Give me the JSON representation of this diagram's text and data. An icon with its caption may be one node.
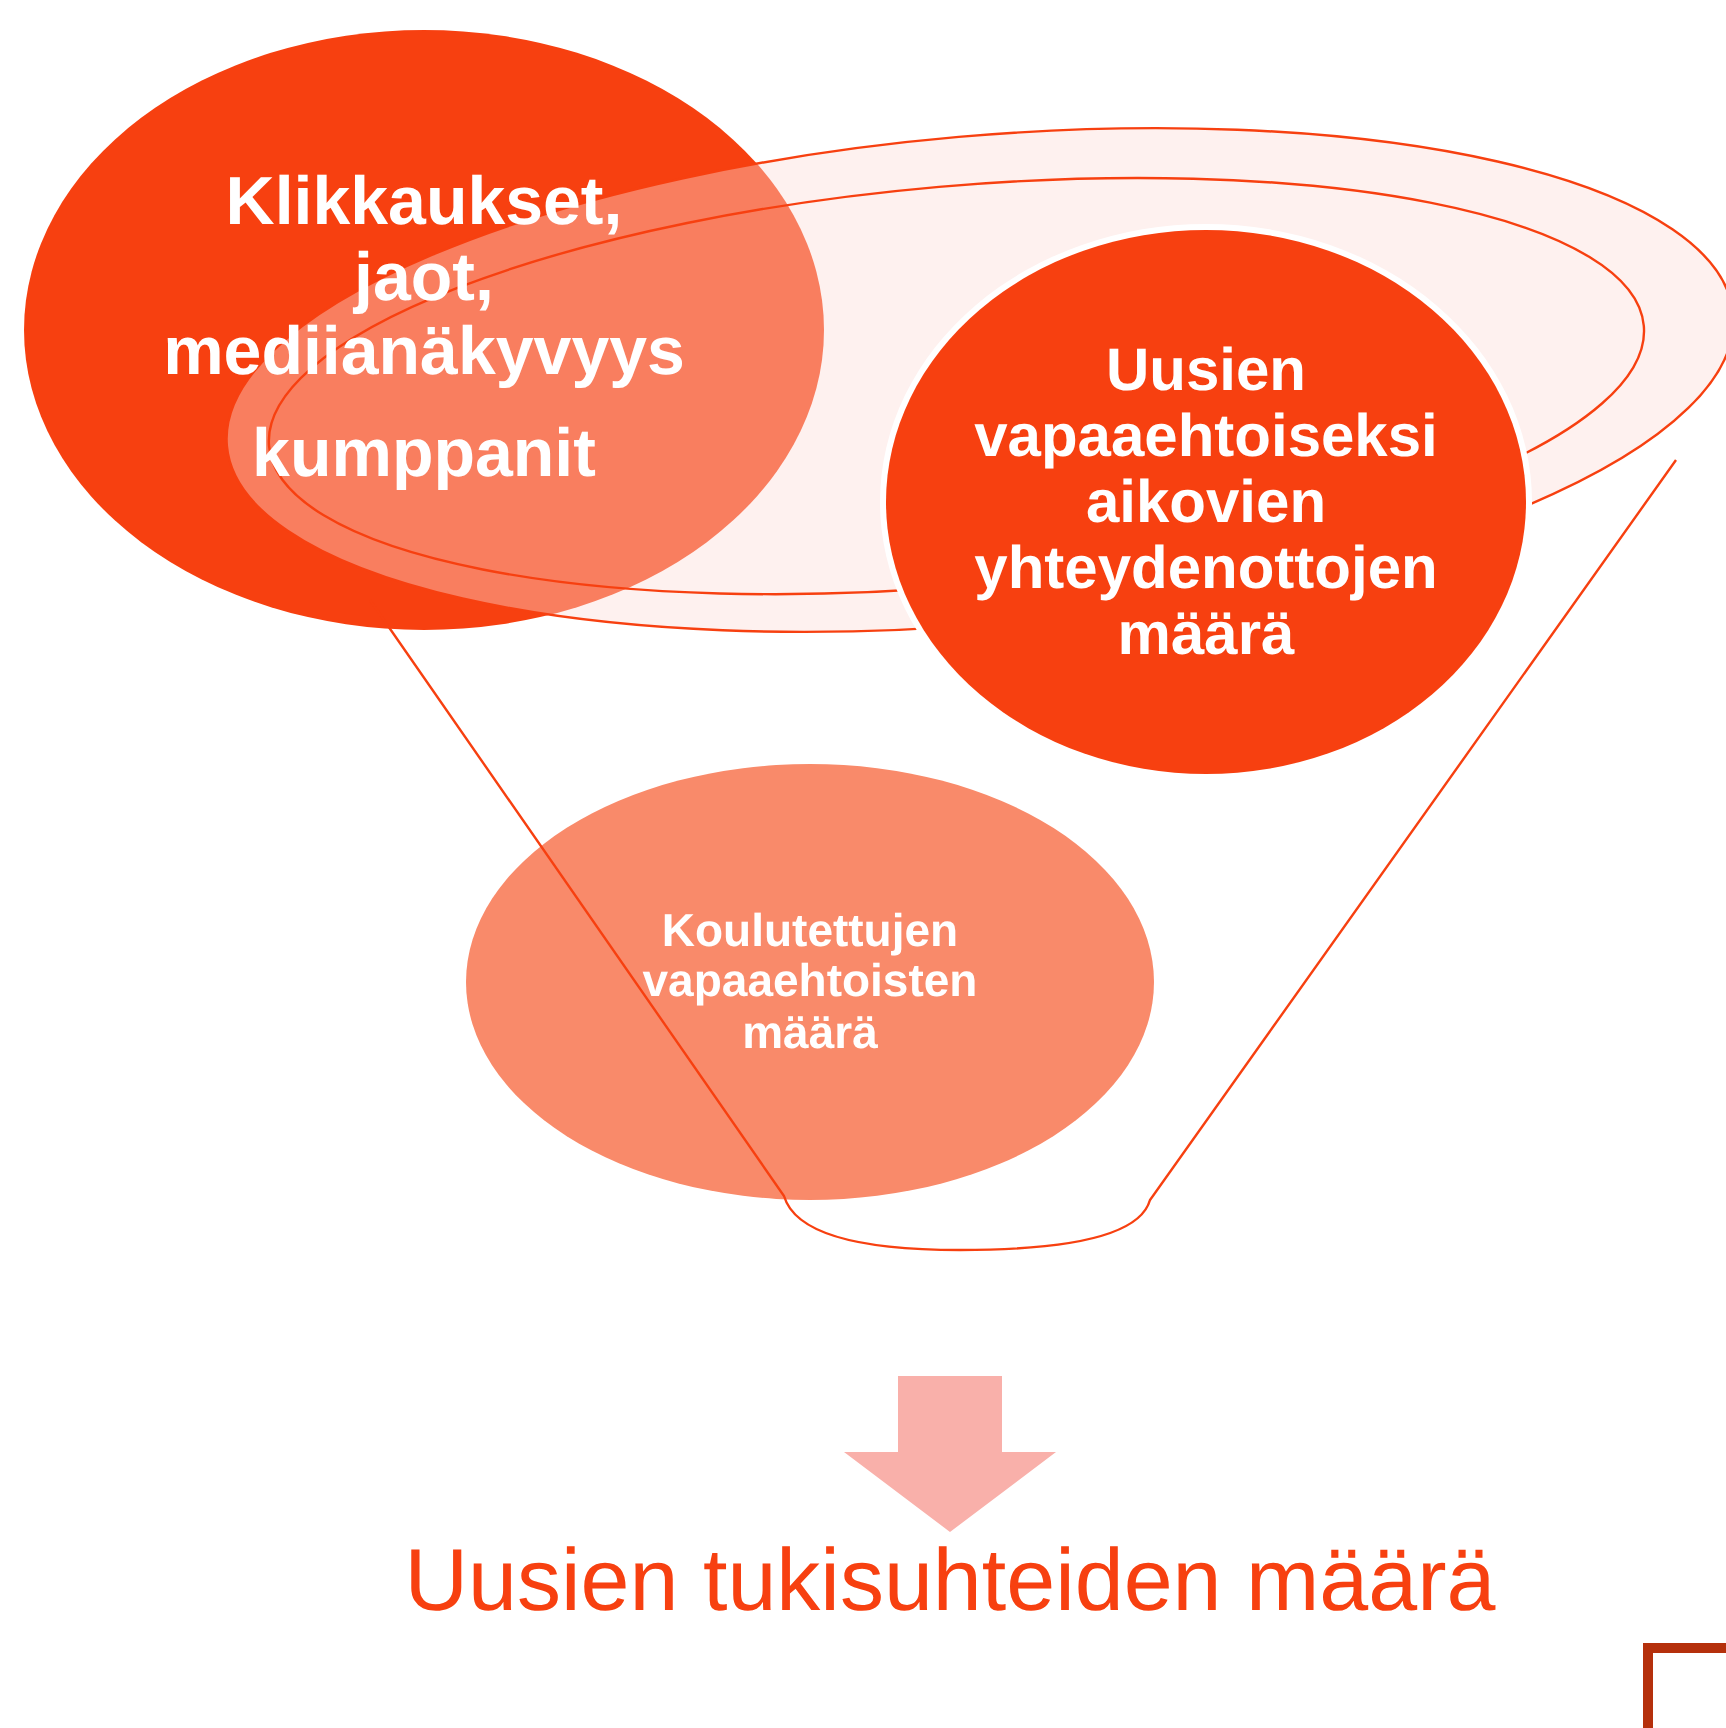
{
  "diagram": {
    "nodes": [
      {
        "text": [
          "Klikkaukset, jaot, mediianäkyvyys",
          "kumppanit"
        ]
      },
      {
        "text": [
          "Uusien vapaaehtoiseksi aikovien yhteydenottojen määrä"
        ]
      },
      {
        "text": [
          "Koulutettujen vapaaehtoisten määrä"
        ]
      },
      {
        "text": [
          "Uusien tukisuhteiden määrä"
        ]
      }
    ],
    "edges": [
      {
        "from": null,
        "to": 3,
        "arrow": "to",
        "color": "#f9b0aa"
      }
    ]
  }
}
